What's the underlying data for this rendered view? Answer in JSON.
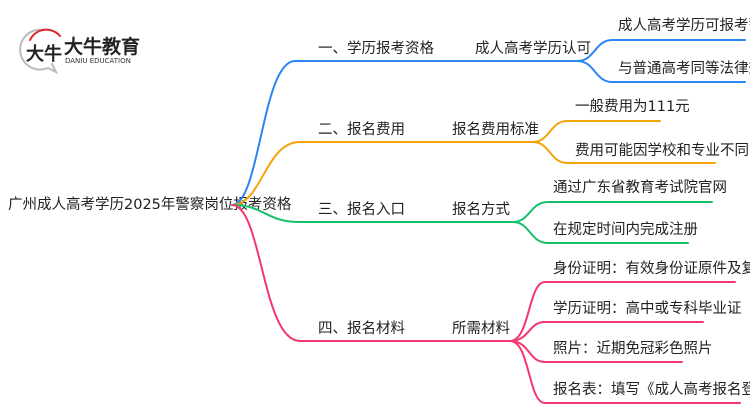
{
  "logo": {
    "name": "大牛教育",
    "subtitle": "DANIU EDUCATION",
    "mark": "大牛"
  },
  "root": "广州成人高考学历2025年警察岗位报考资格",
  "colors": {
    "blue": "#2a86f5",
    "orange": "#f2a40a",
    "green": "#16c06b",
    "pink": "#f2386f"
  },
  "branches": [
    {
      "label": "一、学历报考资格",
      "sub": "成人高考学历认可",
      "leaves": [
        "成人高考学历可报考警察",
        "与普通高考同等法律效力"
      ]
    },
    {
      "label": "二、报名费用",
      "sub": "报名费用标准",
      "leaves": [
        "一般费用为111元",
        "费用可能因学校和专业不同"
      ]
    },
    {
      "label": "三、报名入口",
      "sub": "报名方式",
      "leaves": [
        "通过广东省教育考试院官网",
        "在规定时间内完成注册"
      ]
    },
    {
      "label": "四、报名材料",
      "sub": "所需材料",
      "leaves": [
        "身份证明：有效身份证原件及复印件",
        "学历证明：高中或专科毕业证",
        "照片：近期免冠彩色照片",
        "报名表：填写《成人高考报名登记表\""
      ]
    }
  ]
}
